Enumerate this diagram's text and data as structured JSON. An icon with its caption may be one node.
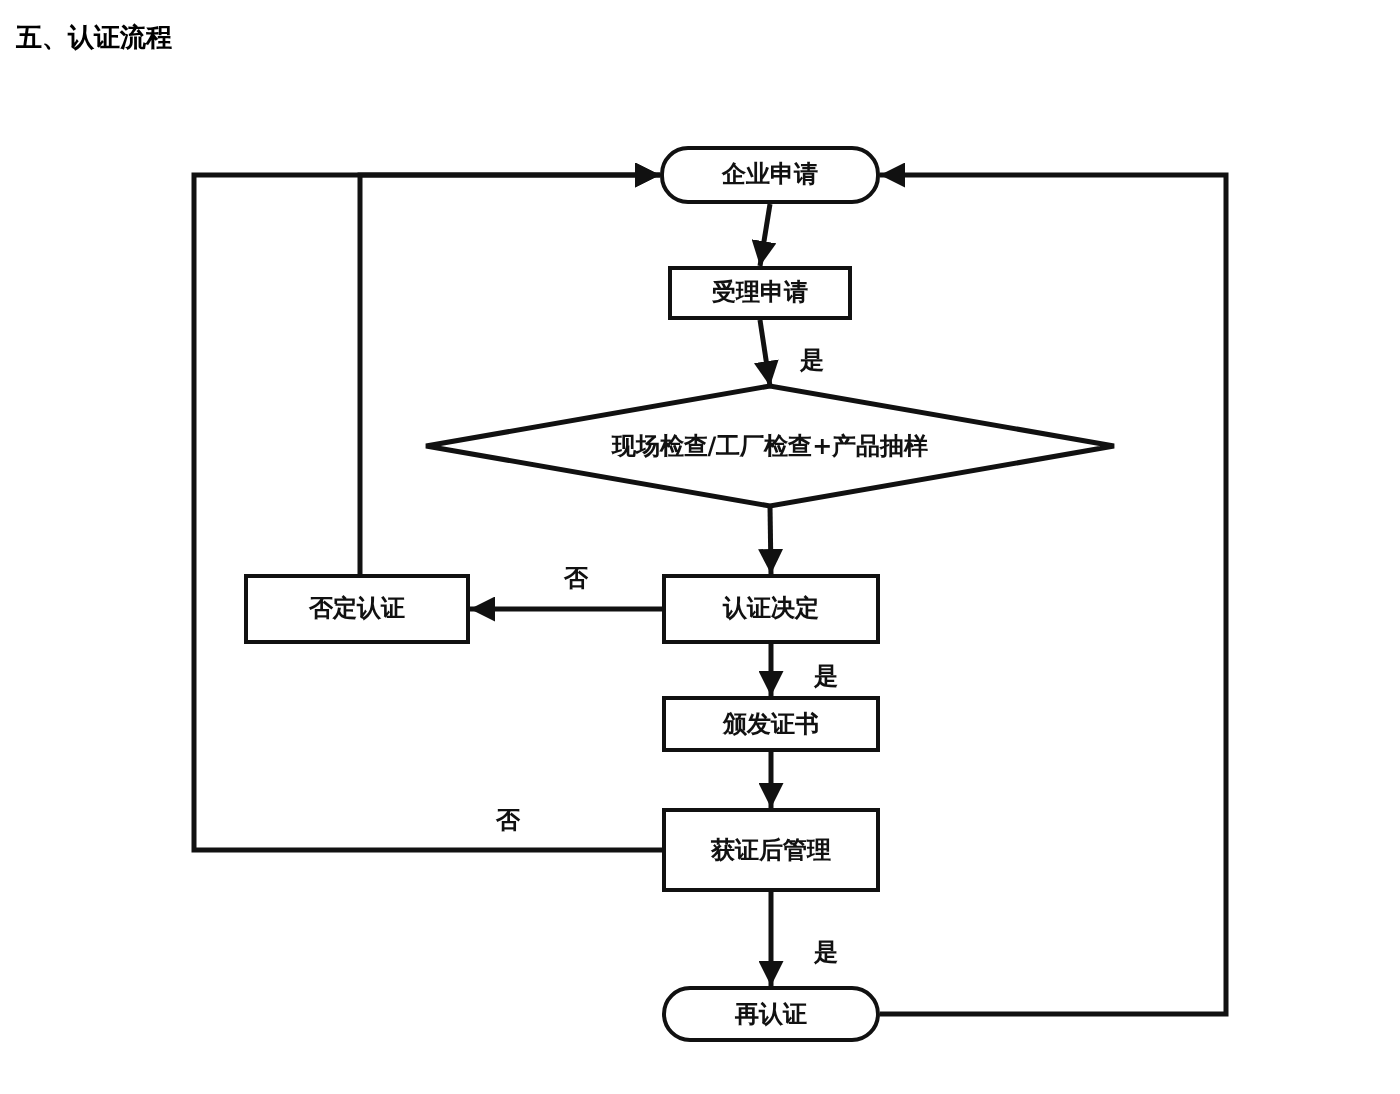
{
  "diagram": {
    "title": "五、认证流程",
    "nodes": [
      {
        "text": [
          "企业申请"
        ]
      },
      {
        "text": [
          "受理申请"
        ]
      },
      {
        "text": [
          "现场检查/工厂检查+产品抽样"
        ]
      },
      {
        "text": [
          "认证决定"
        ]
      },
      {
        "text": [
          "否定认证"
        ]
      },
      {
        "text": [
          "颁发证书"
        ]
      },
      {
        "text": [
          "获证后管理"
        ]
      },
      {
        "text": [
          "再认证"
        ]
      }
    ],
    "edges": [
      {
        "from": 0,
        "to": 1,
        "arrow": "to"
      },
      {
        "from": 1,
        "to": 2,
        "arrow": "to",
        "label": "是"
      },
      {
        "from": 2,
        "to": 3,
        "arrow": "to"
      },
      {
        "from": 3,
        "to": 4,
        "arrow": "to",
        "label": "否"
      },
      {
        "from": 4,
        "to": 0,
        "arrow": "to"
      },
      {
        "from": 3,
        "to": 5,
        "arrow": "to",
        "label": "是"
      },
      {
        "from": 5,
        "to": 6,
        "arrow": "to"
      },
      {
        "from": 6,
        "to": 0,
        "arrow": "to",
        "label": "否"
      },
      {
        "from": 6,
        "to": 7,
        "arrow": "to",
        "label": "是"
      },
      {
        "from": 7,
        "to": 0,
        "arrow": "to"
      }
    ]
  }
}
